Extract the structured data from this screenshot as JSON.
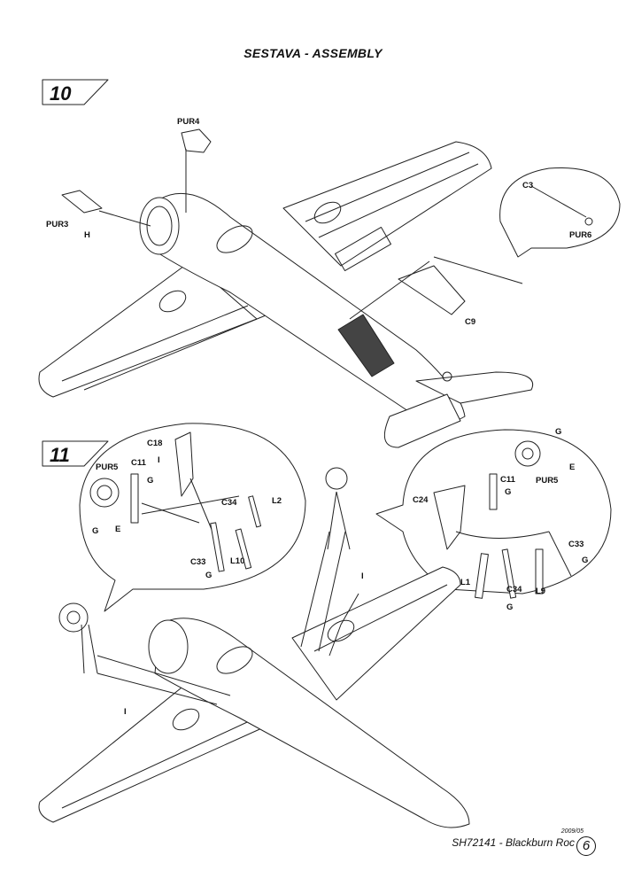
{
  "header": {
    "title": "SESTAVA -  ASSEMBLY"
  },
  "steps": [
    {
      "number": "10",
      "labels": {
        "pur4": "PUR4",
        "pur3": "PUR3",
        "h": "H",
        "c3": "C3",
        "pur6": "PUR6",
        "c9": "C9"
      }
    },
    {
      "number": "11",
      "left_labels": {
        "c18": "C18",
        "pur5": "PUR5",
        "c11": "C11",
        "i": "I",
        "g1": "G",
        "e": "E",
        "g2": "G",
        "c34": "C34",
        "l2": "L2",
        "c33": "C33",
        "l10": "L10",
        "g3": "G"
      },
      "right_labels": {
        "g1": "G",
        "pur5": "PUR5",
        "e": "E",
        "c11": "C11",
        "g2": "G",
        "c24": "C24",
        "c33": "C33",
        "g3": "G",
        "l1": "L1",
        "c34": "C34",
        "l9": "L9",
        "g4": "G"
      },
      "main_labels": {
        "i1": "I",
        "i2": "I"
      }
    }
  ],
  "footer": {
    "date": "2009/05",
    "product": "SH72141 - Blackburn Roc",
    "page": "6"
  }
}
